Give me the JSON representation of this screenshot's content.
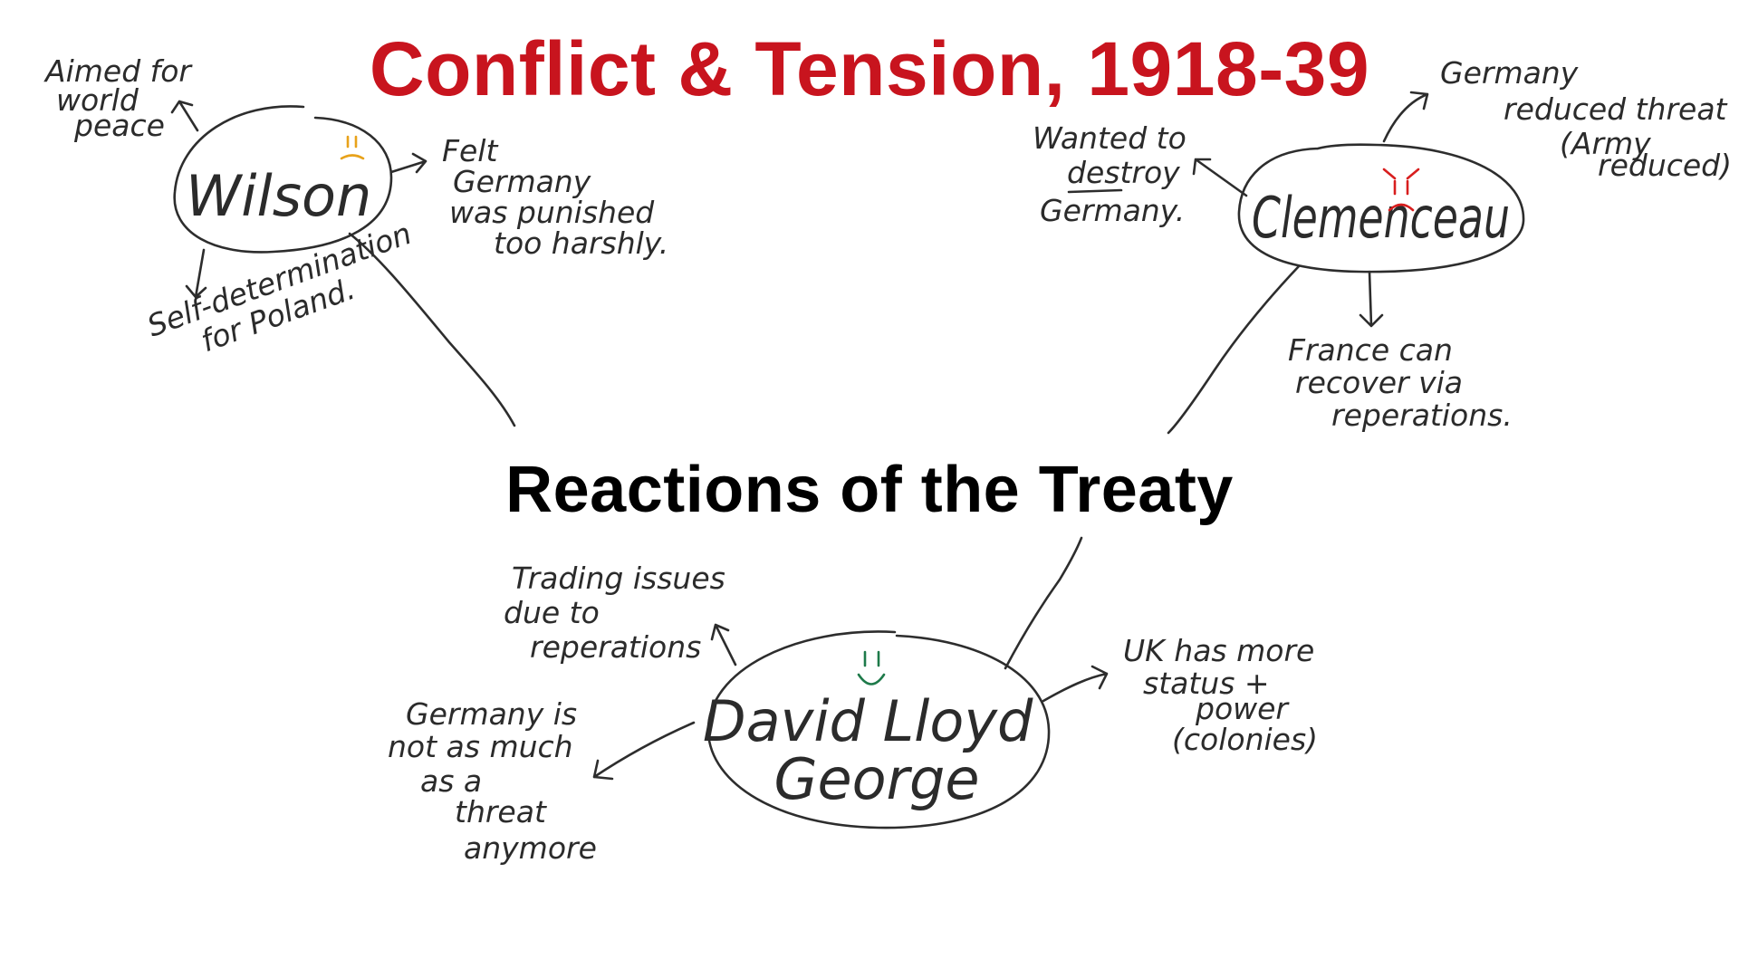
{
  "header": {
    "title": "Conflict & Tension, 1918-39",
    "title_color": "#c8141e"
  },
  "center": {
    "title": "Reactions of the Treaty",
    "color": "#000000"
  },
  "nodes": {
    "wilson": {
      "name": "Wilson",
      "face_color": "#e8a21a",
      "notes": {
        "aim": [
          "Aimed for",
          "world",
          "peace"
        ],
        "felt": [
          "Felt",
          "Germany",
          "was punished",
          "too harshly."
        ],
        "self": [
          "Self-determination",
          "for Poland."
        ]
      }
    },
    "clemenceau": {
      "name": "Clemenceau",
      "face_color": "#d81e1e",
      "notes": {
        "wanted": [
          "Wanted to",
          "destroy",
          "Germany."
        ],
        "reduced": [
          "Germany",
          "reduced threat",
          "(Army",
          "reduced)"
        ],
        "france": [
          "France can",
          "recover via",
          "reperations."
        ]
      }
    },
    "lloyd_george": {
      "name": [
        "David Lloyd",
        "George"
      ],
      "face_color": "#1e7a4a",
      "notes": {
        "trading": [
          "Trading issues",
          "due to",
          "reperations"
        ],
        "uk": [
          "UK has more",
          "status +",
          "power",
          "(colonies)"
        ],
        "germany": [
          "Germany is",
          "not as much",
          "as a",
          "threat",
          "anymore"
        ]
      }
    }
  }
}
